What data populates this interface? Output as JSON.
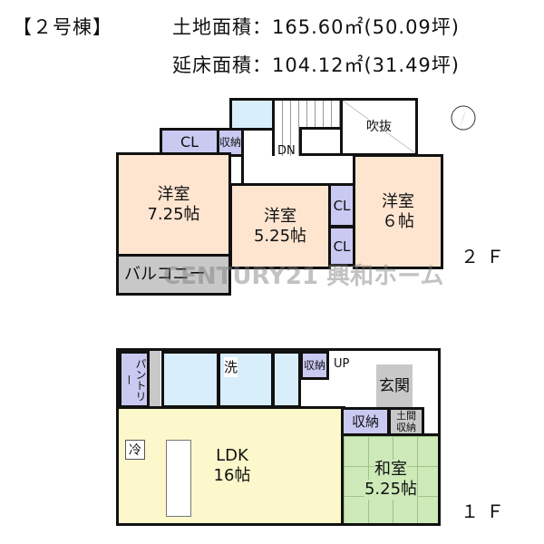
{
  "header": {
    "building": "【２号棟】",
    "land_area": "土地面積：165.60㎡(50.09坪)",
    "floor_area": "延床面積：104.12㎡(31.49坪)"
  },
  "floor2": {
    "label": "２Ｆ",
    "rooms": {
      "western_a": [
        "洋室",
        "7.25帖"
      ],
      "western_b": [
        "洋室",
        "5.25帖"
      ],
      "western_c": [
        "洋室",
        "６帖"
      ],
      "cl": "CL",
      "storage": "収納",
      "stairs": "DN",
      "void": "吹抜",
      "balcony": "バルコニー"
    }
  },
  "floor1": {
    "label": "１Ｆ",
    "rooms": {
      "pantry": "パントリー",
      "wash": "洗",
      "storage_small": "収納",
      "stairs": "UP",
      "entrance": "玄関",
      "ldk": [
        "LDK",
        "16帖"
      ],
      "fridge": "冷",
      "storage": "収納",
      "earth_storage": [
        "土間",
        "収納"
      ],
      "japanese": [
        "和室",
        "5.25帖"
      ]
    }
  },
  "watermark": "CENTURY21 興和ホーム",
  "compass": "north-arrow-icon"
}
